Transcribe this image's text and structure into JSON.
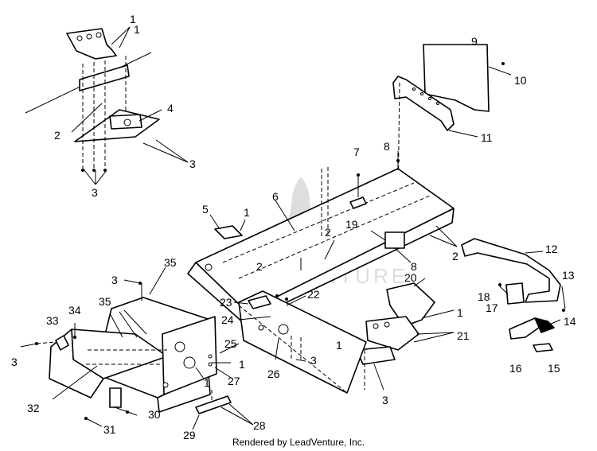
{
  "diagram": {
    "callouts": [
      "1",
      "1",
      "2",
      "3",
      "3",
      "4",
      "5",
      "1",
      "6",
      "7",
      "8",
      "9",
      "10",
      "11",
      "12",
      "13",
      "14",
      "15",
      "16",
      "17",
      "18",
      "19",
      "2",
      "2",
      "2",
      "8",
      "20",
      "21",
      "1",
      "1",
      "22",
      "23",
      "24",
      "25",
      "26",
      "27",
      "1",
      "1",
      "3",
      "3",
      "28",
      "29",
      "30",
      "31",
      "32",
      "33",
      "34",
      "35",
      "35",
      "3",
      "3"
    ]
  },
  "footer": {
    "credit": "Rendered by LeadVenture, Inc."
  },
  "watermark": {
    "text": "LEADVENTURE"
  }
}
